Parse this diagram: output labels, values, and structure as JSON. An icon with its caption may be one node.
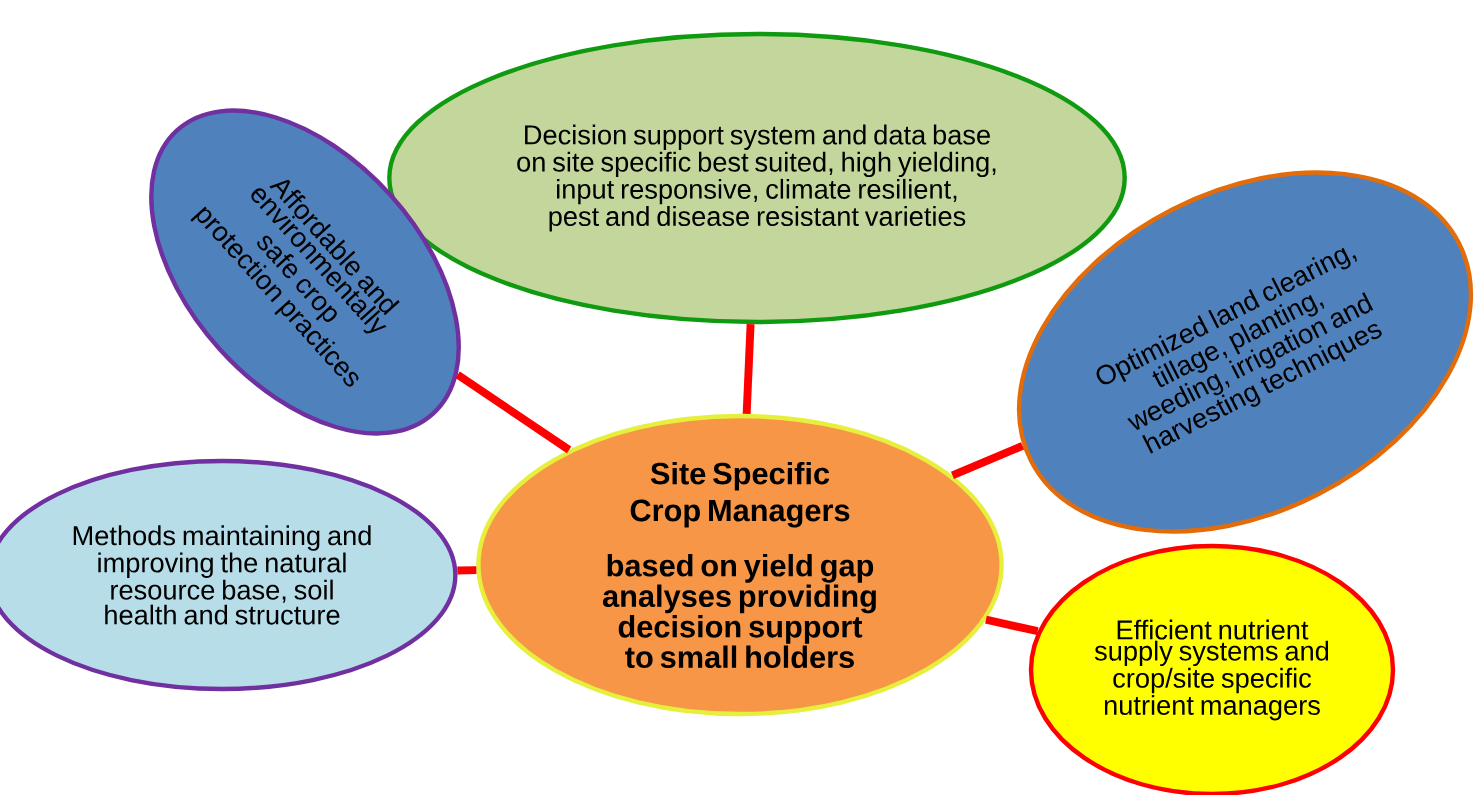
{
  "diagram": {
    "nodes": [
      {
        "text": [
          "Site Specific Crop Managers",
          "based on yield gap analyses providing decision support to small holders"
        ]
      },
      {
        "text": [
          "Decision support system and data base on site specific best suited, high yielding, input responsive, climate resilient, pest and disease resistant varieties"
        ]
      },
      {
        "text": [
          "Affordable and environmentally safe crop protection practices"
        ]
      },
      {
        "text": [
          "Optimized land clearing, tillage, planting, weeding, irrigation  and harvesting techniques"
        ]
      },
      {
        "text": [
          "Methods maintaining and improving the natural resource base, soil health and structure"
        ]
      },
      {
        "text": [
          "Efficient nutrient supply systems and crop/site specific nutrient managers"
        ]
      }
    ],
    "edges": [
      {
        "from": 0,
        "to": 1,
        "arrow": "none"
      },
      {
        "from": 0,
        "to": 2,
        "arrow": "none"
      },
      {
        "from": 0,
        "to": 3,
        "arrow": "none"
      },
      {
        "from": 0,
        "to": 4,
        "arrow": "none"
      },
      {
        "from": 0,
        "to": 5,
        "arrow": "none"
      }
    ]
  }
}
